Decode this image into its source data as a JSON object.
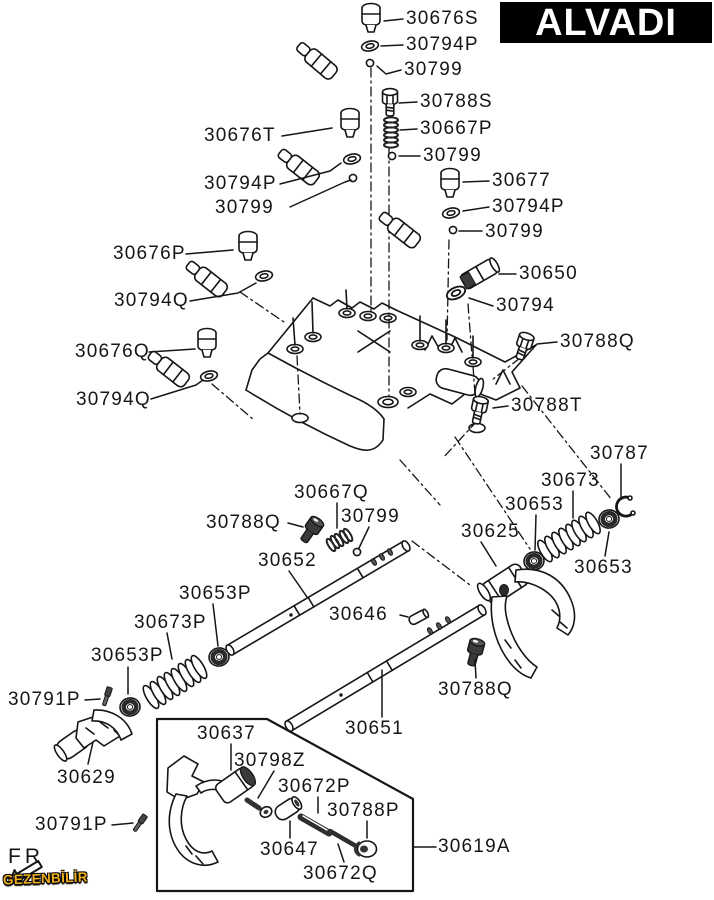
{
  "brand": {
    "logo_text": "ALVADI",
    "bg": "#000000",
    "fg": "#ffffff"
  },
  "watermark": {
    "text": "GEZENBİLİR",
    "color": "#f2b01e"
  },
  "orientation": {
    "label": "FR"
  },
  "diagram": {
    "type": "exploded-parts-diagram",
    "labels": [
      {
        "text": "30676S"
      },
      {
        "text": "30794P"
      },
      {
        "text": "30799"
      },
      {
        "text": "30788S"
      },
      {
        "text": "30667P"
      },
      {
        "text": "30676T"
      },
      {
        "text": "30799"
      },
      {
        "text": "30794P"
      },
      {
        "text": "30677"
      },
      {
        "text": "30799"
      },
      {
        "text": "30794P"
      },
      {
        "text": "30799"
      },
      {
        "text": "30676P"
      },
      {
        "text": "30650"
      },
      {
        "text": "30794Q"
      },
      {
        "text": "30794"
      },
      {
        "text": "30676Q"
      },
      {
        "text": "30788Q"
      },
      {
        "text": "30794Q"
      },
      {
        "text": "30788T"
      },
      {
        "text": "30787"
      },
      {
        "text": "30673"
      },
      {
        "text": "30667Q"
      },
      {
        "text": "30653"
      },
      {
        "text": "30788Q"
      },
      {
        "text": "30799"
      },
      {
        "text": "30625"
      },
      {
        "text": "30652"
      },
      {
        "text": "30653"
      },
      {
        "text": "30653P"
      },
      {
        "text": "30673P"
      },
      {
        "text": "30653P"
      },
      {
        "text": "30646"
      },
      {
        "text": "30791P"
      },
      {
        "text": "30788Q"
      },
      {
        "text": "30651"
      },
      {
        "text": "30637"
      },
      {
        "text": "30798Z"
      },
      {
        "text": "30629"
      },
      {
        "text": "30672P"
      },
      {
        "text": "30788P"
      },
      {
        "text": "30791P"
      },
      {
        "text": "30647"
      },
      {
        "text": "30619A"
      },
      {
        "text": "30672Q"
      }
    ]
  }
}
